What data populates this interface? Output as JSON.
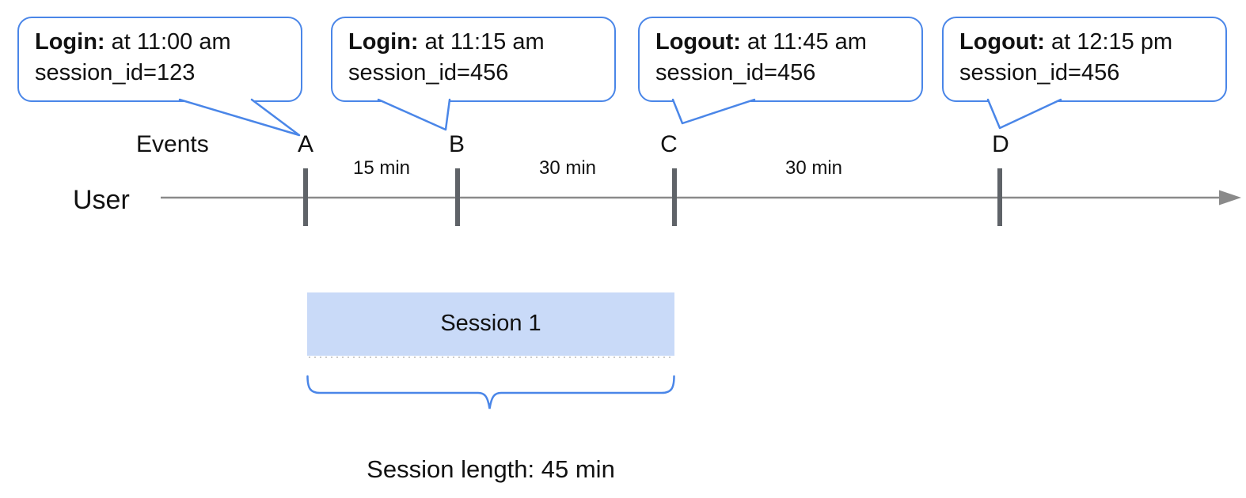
{
  "colors": {
    "accent_blue": "#4a86e8",
    "session_fill": "#c9daf8",
    "axis_gray": "#8a8a8a",
    "tick_gray": "#5f6368",
    "dotted_edge_gray": "#cccccc"
  },
  "labels": {
    "events": "Events",
    "user": "User",
    "session_length": "Session length: 45 min"
  },
  "callouts": [
    {
      "action": "Login:",
      "detail": " at 11:00 am",
      "session_line": "session_id=123",
      "event": "A"
    },
    {
      "action": "Login:",
      "detail": " at 11:15 am",
      "session_line": "session_id=456",
      "event": "B"
    },
    {
      "action": "Logout:",
      "detail": " at 11:45 am",
      "session_line": "session_id=456",
      "event": "C"
    },
    {
      "action": "Logout:",
      "detail": " at 12:15 pm",
      "session_line": "session_id=456",
      "event": "D"
    }
  ],
  "event_markers": [
    {
      "label": "A"
    },
    {
      "label": "B"
    },
    {
      "label": "C"
    },
    {
      "label": "D"
    }
  ],
  "intervals": [
    {
      "label": "15 min"
    },
    {
      "label": "30 min"
    },
    {
      "label": "30 min"
    }
  ],
  "session": {
    "label": "Session 1"
  }
}
